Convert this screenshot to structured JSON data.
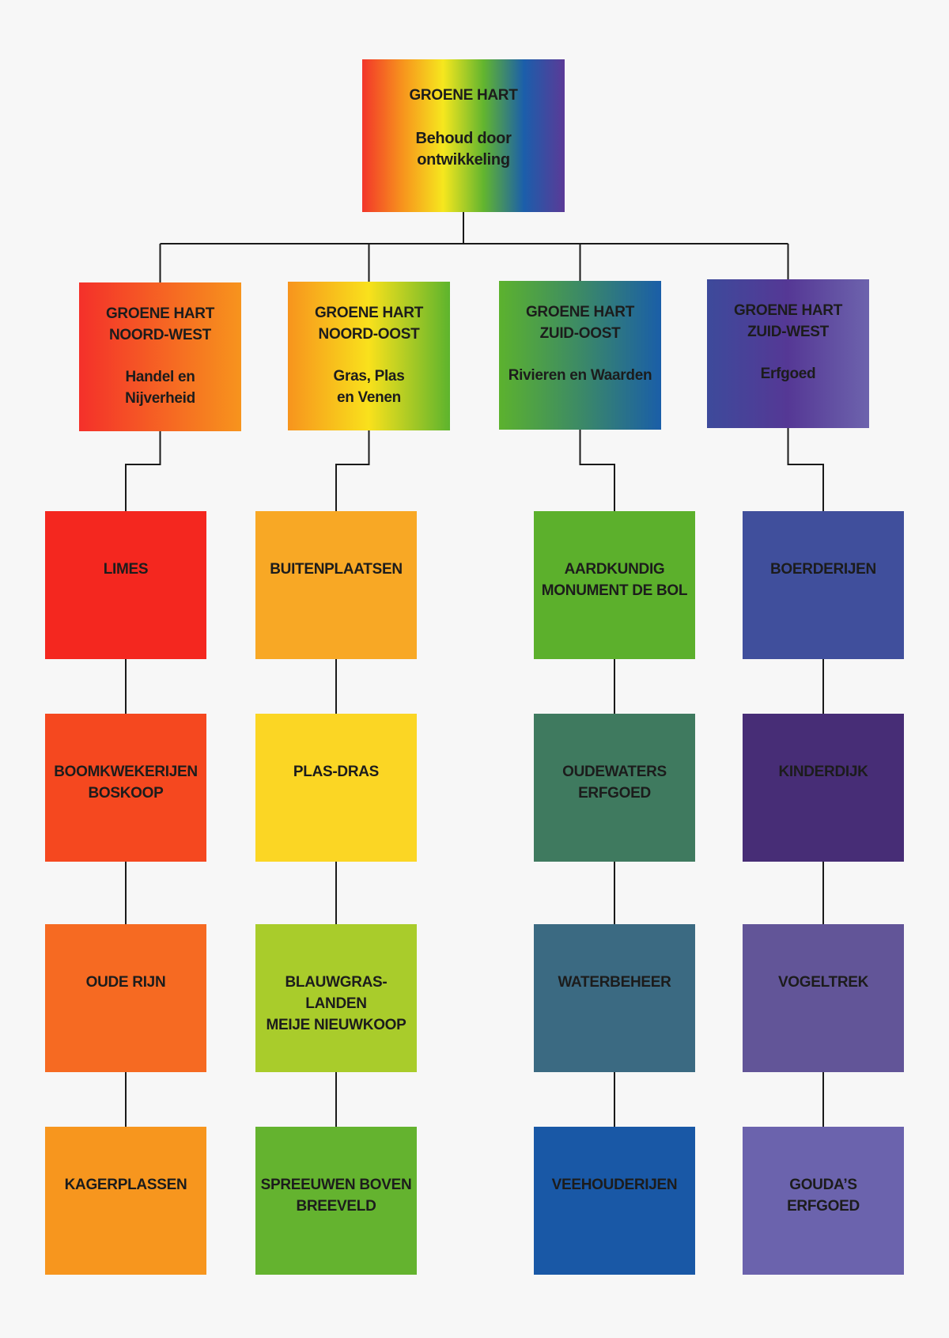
{
  "root": {
    "title": "GROENE HART",
    "subtitle": "Behoud door\nontwikkeling",
    "gradient": [
      "#f2362a",
      "#f7941d",
      "#f6e71e",
      "#62b52f",
      "#1b5eab",
      "#5b3a97"
    ]
  },
  "regions": [
    {
      "title": "GROENE HART\nNOORD-WEST",
      "subtitle": "Handel en\nNijverheid",
      "gradient": [
        "#f4302a",
        "#f7941d"
      ],
      "items": [
        {
          "label": "LIMES",
          "color": "#f4271f"
        },
        {
          "label": "BOOMKWEKERIJEN\nBOSKOOP",
          "color": "#f5481f"
        },
        {
          "label": "OUDE RIJN",
          "color": "#f66a22"
        },
        {
          "label": "KAGERPLASSEN",
          "color": "#f7961e"
        }
      ]
    },
    {
      "title": "GROENE HART\nNOORD-OOST",
      "subtitle": "Gras, Plas\nen Venen",
      "gradient": [
        "#f7941d",
        "#f9e11c",
        "#5db42d"
      ],
      "items": [
        {
          "label": "BUITENPLAATSEN",
          "color": "#f8a825"
        },
        {
          "label": "PLAS-DRAS",
          "color": "#fbd624"
        },
        {
          "label": "BLAUWGRAS-\nLANDEN\nMEIJE NIEUWKOOP",
          "color": "#a9cc2b"
        },
        {
          "label": "SPREEUWEN BOVEN\nBREEVELD",
          "color": "#64b32f"
        }
      ]
    },
    {
      "title": "GROENE HART\nZUID-OOST",
      "subtitle": "Rivieren en Waarden",
      "gradient": [
        "#5cb22e",
        "#3c8a66",
        "#1a5ea8"
      ],
      "items": [
        {
          "label": "AARDKUNDIG\nMONUMENT DE BOL",
          "color": "#5cb02c"
        },
        {
          "label": "OUDEWATERS\nERFGOED",
          "color": "#3f7a5f"
        },
        {
          "label": "WATERBEHEER",
          "color": "#3b6a82"
        },
        {
          "label": "VEEHOUDERIJEN",
          "color": "#1958a6"
        }
      ]
    },
    {
      "title": "GROENE HART\nZUID-WEST",
      "subtitle": "Erfgoed",
      "gradient": [
        "#3d4a9b",
        "#553895",
        "#6d63ad"
      ],
      "items": [
        {
          "label": "BOERDERIJEN",
          "color": "#404f9c"
        },
        {
          "label": "KINDERDIJK",
          "color": "#472d76"
        },
        {
          "label": "VOGELTREK",
          "color": "#625598"
        },
        {
          "label": "GOUDA’S\nERFGOED",
          "color": "#6b63ad"
        }
      ]
    }
  ]
}
